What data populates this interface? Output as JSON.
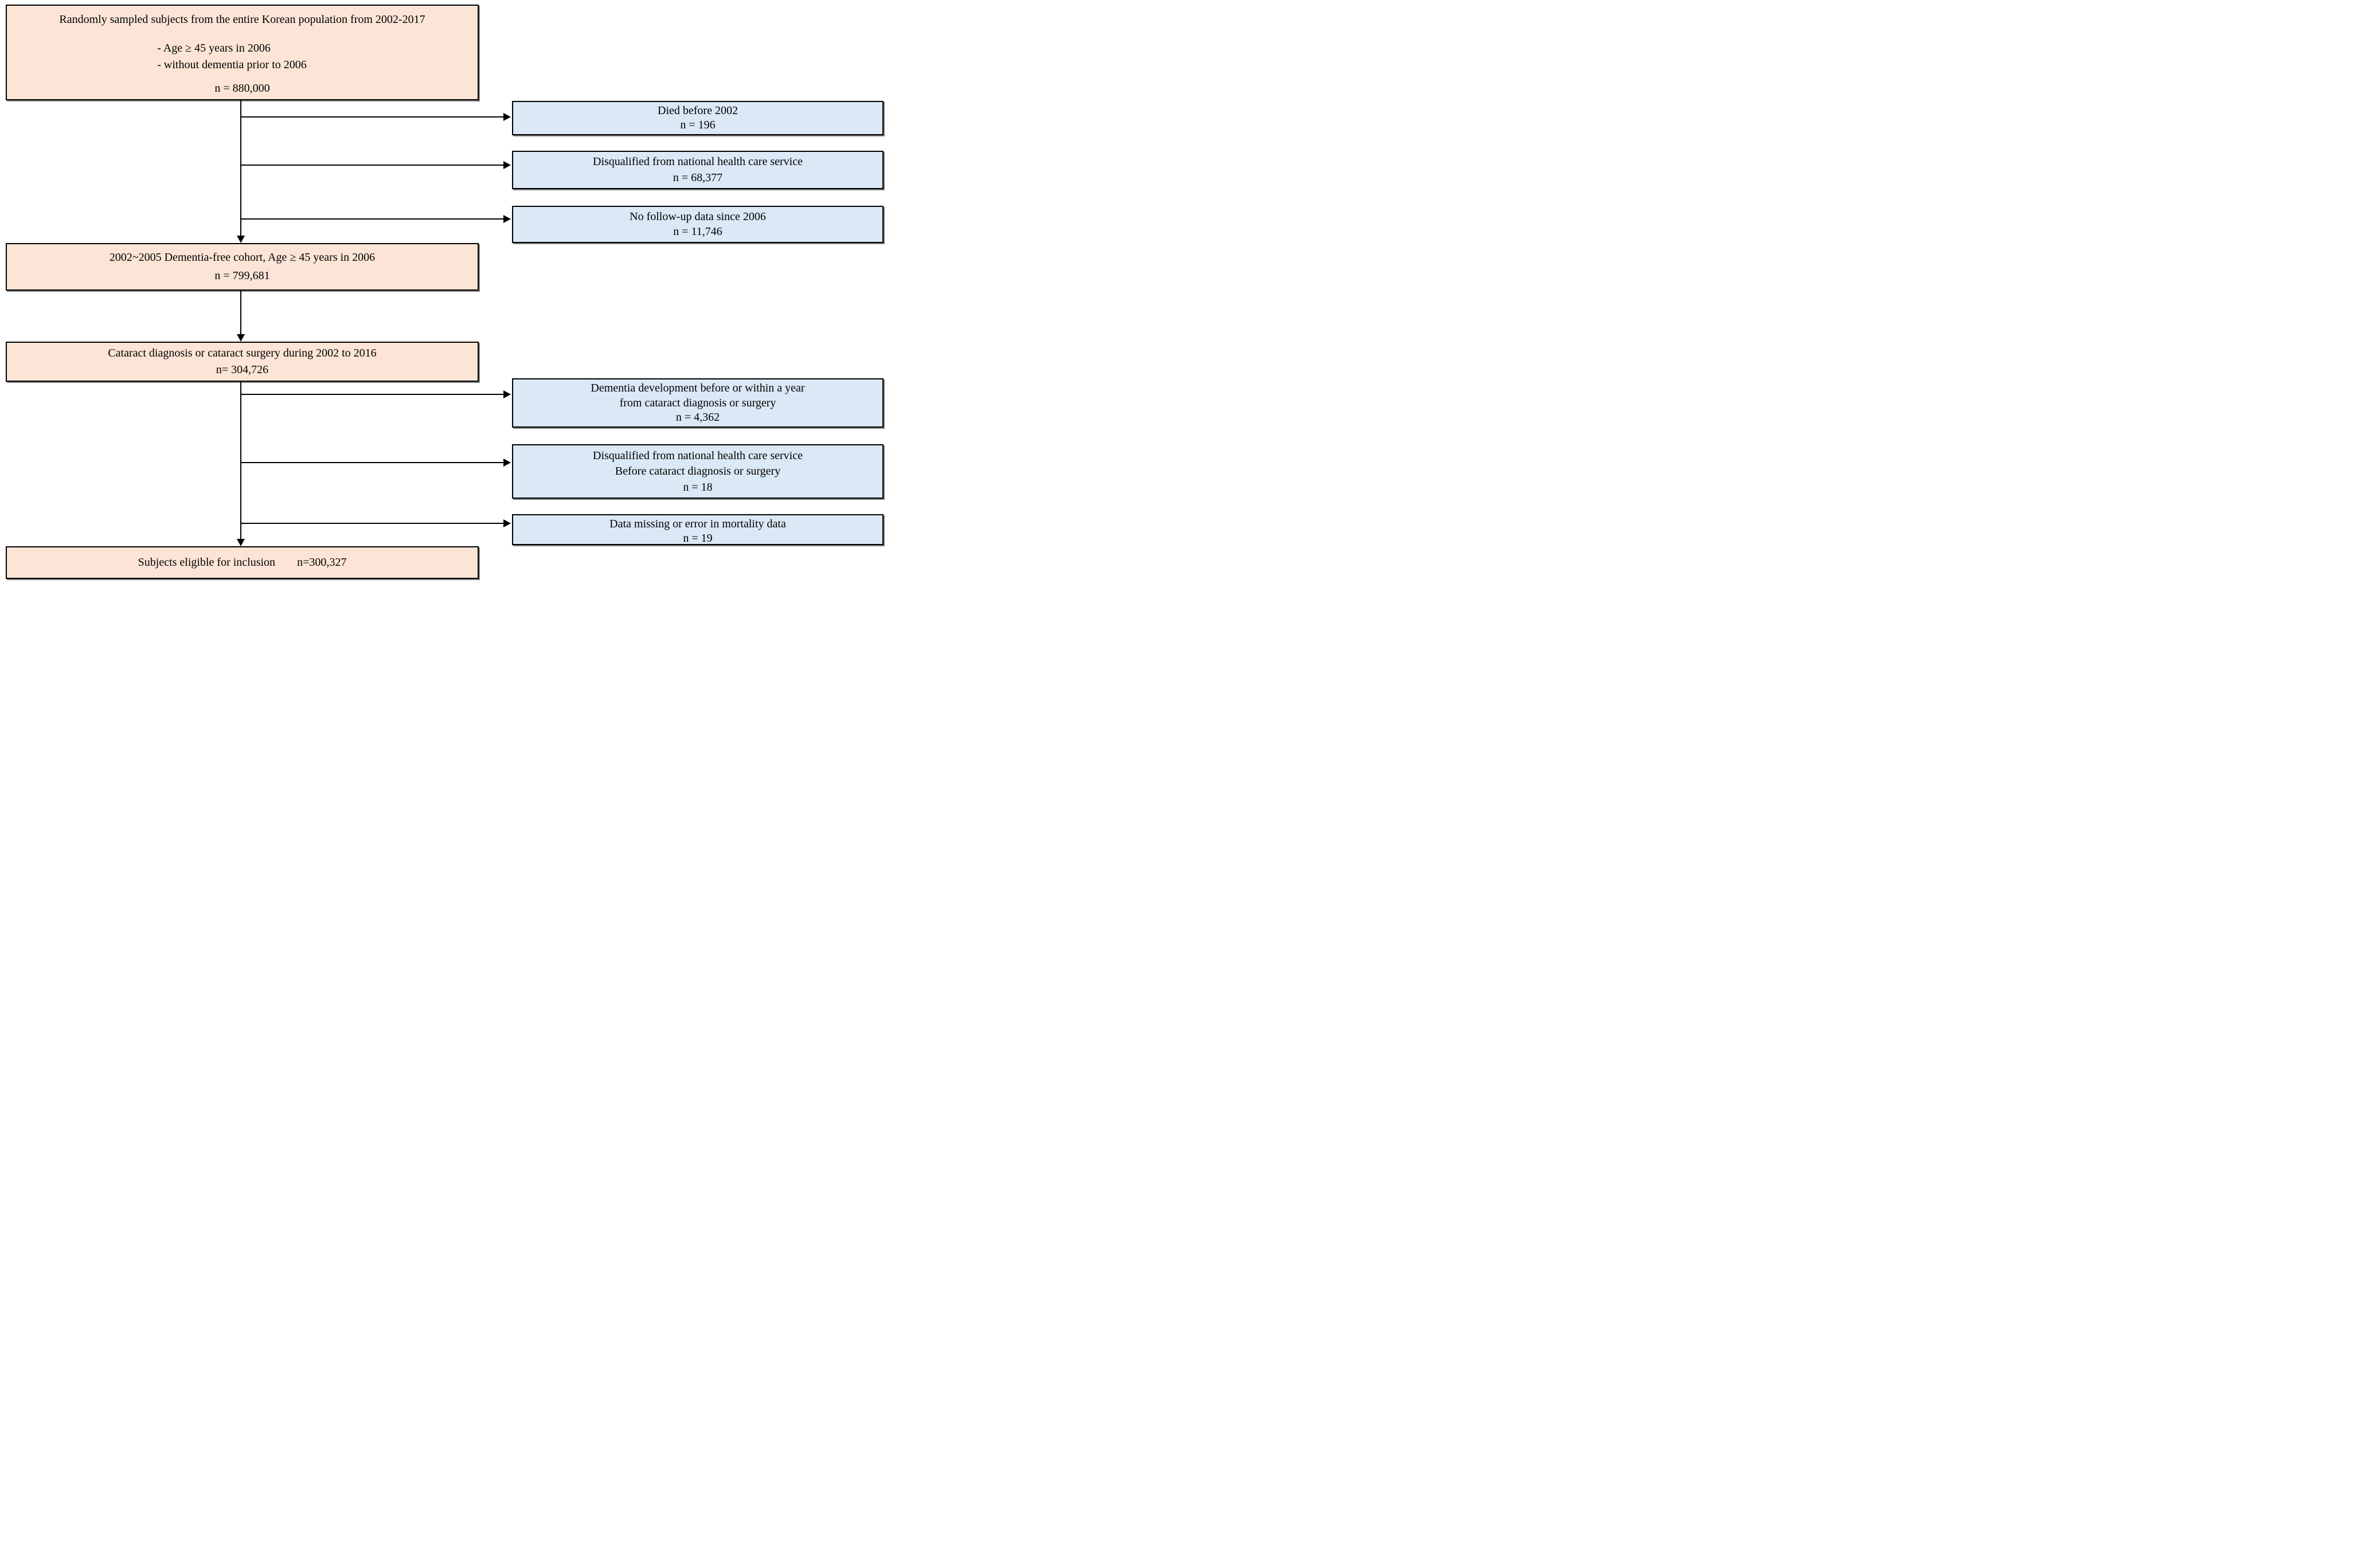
{
  "colors": {
    "main_box_fill": "#fce5d6",
    "exclusion_box_fill": "#dbe8f5",
    "line_color": "#000000"
  },
  "boxes": {
    "population": {
      "title": "Randomly sampled subjects from the entire Korean population from 2002-2017",
      "criteria": [
        "- Age ≥ 45 years in 2006",
        "- without dementia prior to 2006"
      ],
      "n": "n = 880,000"
    },
    "cohort": {
      "label": "2002~2005 Dementia-free cohort, Age ≥ 45 years in 2006",
      "n": "n = 799,681"
    },
    "cataract": {
      "label": "Cataract diagnosis or cataract surgery during 2002 to 2016",
      "n": "n= 304,726"
    },
    "eligible": {
      "label": "Subjects eligible for inclusion",
      "n": "n=300,327"
    }
  },
  "exclusions": [
    {
      "lines": [
        "Died before 2002"
      ],
      "n": "n = 196"
    },
    {
      "lines": [
        "Disqualified from national health care service"
      ],
      "n": "n = 68,377"
    },
    {
      "lines": [
        "No follow-up data since 2006"
      ],
      "n": "n = 11,746"
    },
    {
      "lines": [
        "Dementia development before or within a year",
        "from cataract diagnosis or surgery"
      ],
      "n": "n = 4,362"
    },
    {
      "lines": [
        "Disqualified from national health care service",
        "Before cataract diagnosis or surgery"
      ],
      "n": "n = 18"
    },
    {
      "lines": [
        "Data missing or error in mortality data"
      ],
      "n": "n = 19"
    }
  ]
}
